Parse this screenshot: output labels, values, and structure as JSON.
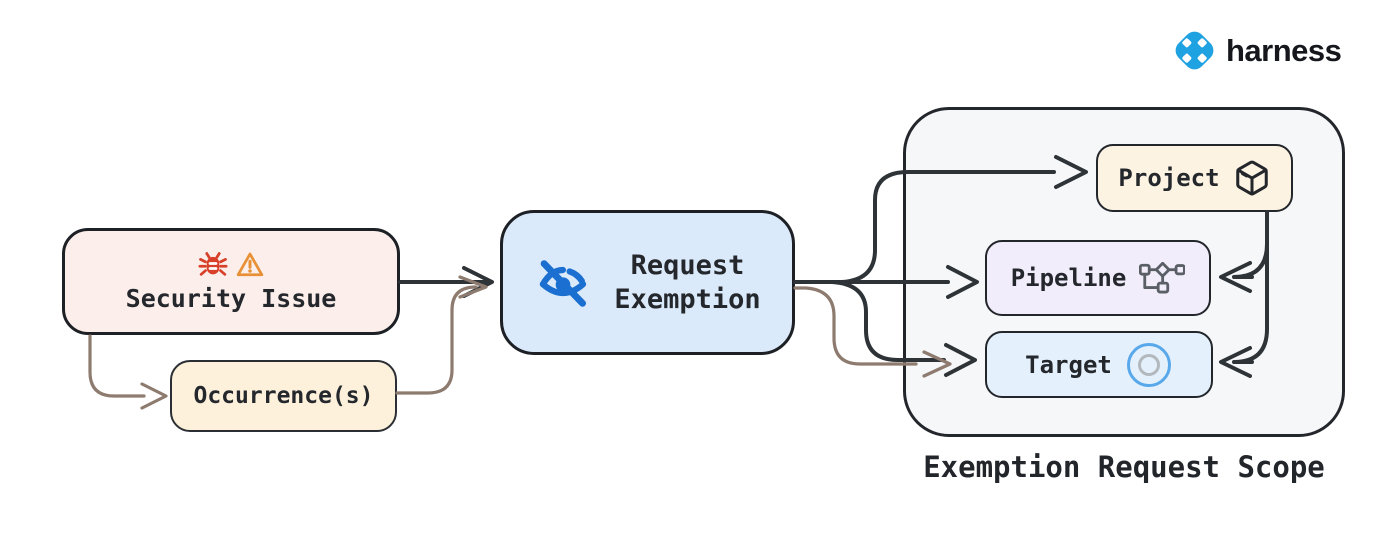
{
  "header": {
    "brand": "harness"
  },
  "nodes": {
    "security_issue": {
      "label": "Security Issue"
    },
    "occurrences": {
      "label": "Occurrence(s)"
    },
    "request_exemption": {
      "line1": "Request",
      "line2": "Exemption"
    },
    "project": {
      "label": "Project"
    },
    "pipeline": {
      "label": "Pipeline"
    },
    "target": {
      "label": "Target"
    }
  },
  "group": {
    "label": "Exemption Request Scope"
  },
  "icons": {
    "security_issue": [
      "bug-icon",
      "warning-icon"
    ],
    "request_exemption": "eye-off-icon",
    "project": "package-icon",
    "pipeline": "pipeline-icon",
    "target": "target-icon",
    "brand": "harness-logo-icon"
  },
  "colors": {
    "background": "#ffffff",
    "arrow_dark": "#2e3338",
    "arrow_brown": "#8e7b6f",
    "border_dark": "#1d2025",
    "security_fill": "#fcefeb",
    "occurrence_fill": "#fdf1dc",
    "request_fill": "#dbeafa",
    "scope_fill": "#f6f7f9",
    "project_fill": "#fdf3e3",
    "pipeline_fill": "#f1edfb",
    "target_fill": "#e4f1fd",
    "bug_red": "#d8402a",
    "warning_orange": "#e79035",
    "eye_blue": "#1b6fd0",
    "target_blue": "#58a8ea",
    "icon_gray": "#5a5f66",
    "brand_blue": "#1fa2e1"
  },
  "edges": [
    {
      "from": "security_issue",
      "to": "request_exemption",
      "style": "dark"
    },
    {
      "from": "security_issue",
      "to": "occurrences",
      "style": "brown"
    },
    {
      "from": "occurrences",
      "to": "request_exemption",
      "style": "brown"
    },
    {
      "from": "request_exemption",
      "to": "project",
      "style": "dark"
    },
    {
      "from": "request_exemption",
      "to": "pipeline",
      "style": "dark"
    },
    {
      "from": "request_exemption",
      "to": "target",
      "style": "dark"
    },
    {
      "from": "request_exemption",
      "to": "target",
      "style": "brown"
    },
    {
      "from": "project",
      "to": "pipeline",
      "style": "dark"
    },
    {
      "from": "project",
      "to": "target",
      "style": "dark"
    }
  ]
}
